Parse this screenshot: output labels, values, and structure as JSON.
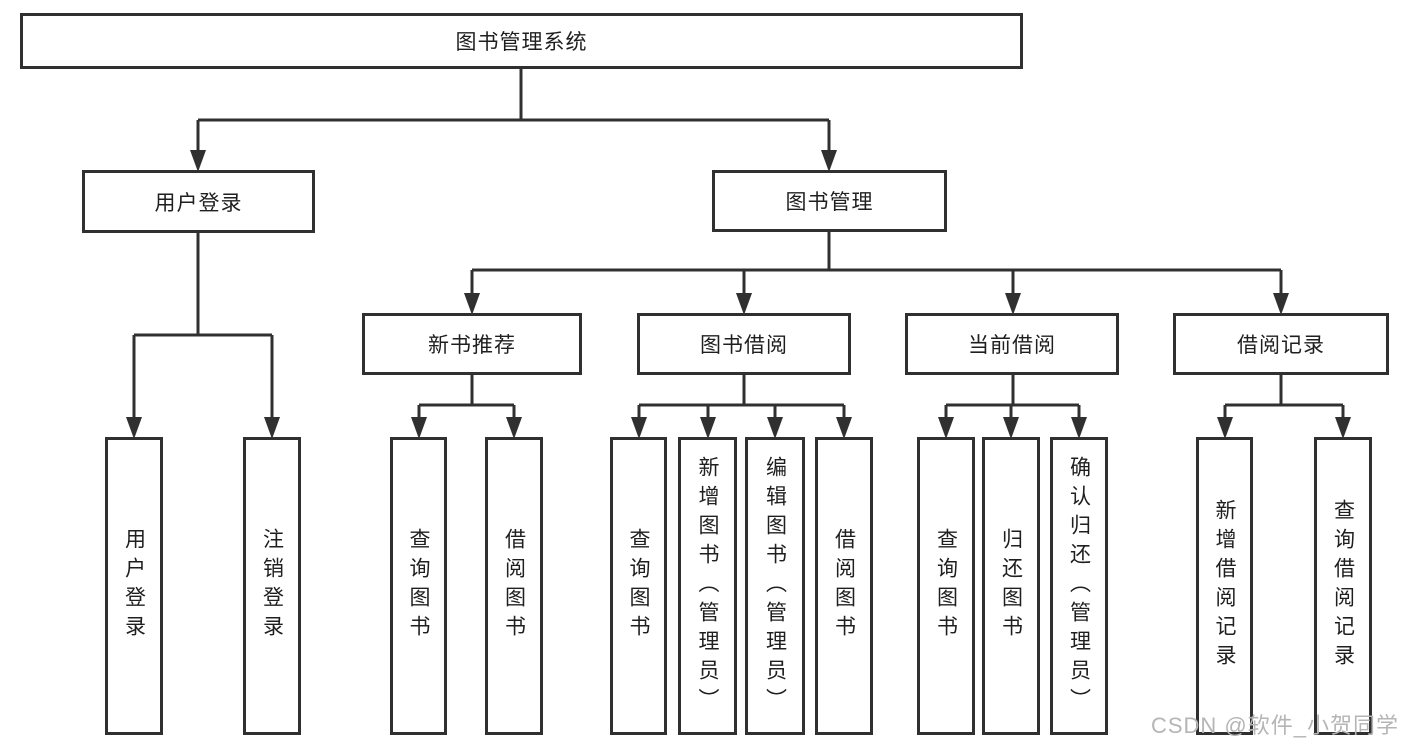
{
  "diagram": {
    "root": "图书管理系统",
    "level2": {
      "user": "用户登录",
      "book": "图书管理"
    },
    "level3": {
      "recommend": "新书推荐",
      "borrow": "图书借阅",
      "current": "当前借阅",
      "record": "借阅记录"
    },
    "leaves": {
      "user": [
        "用户登录",
        "注销登录"
      ],
      "recommend": [
        "查询图书",
        "借阅图书"
      ],
      "borrow": [
        "查询图书",
        "新增图书（管理员）",
        "编辑图书（管理员）",
        "借阅图书"
      ],
      "current": [
        "查询图书",
        "归还图书",
        "确认归还（管理员）"
      ],
      "record": [
        "新增借阅记录",
        "查询借阅记录"
      ]
    }
  },
  "watermark": "CSDN @软件_小贺同学",
  "colors": {
    "line": "#303030",
    "text": "#1f1f1f",
    "watermark": "#b5b5b5",
    "background": "#ffffff"
  }
}
